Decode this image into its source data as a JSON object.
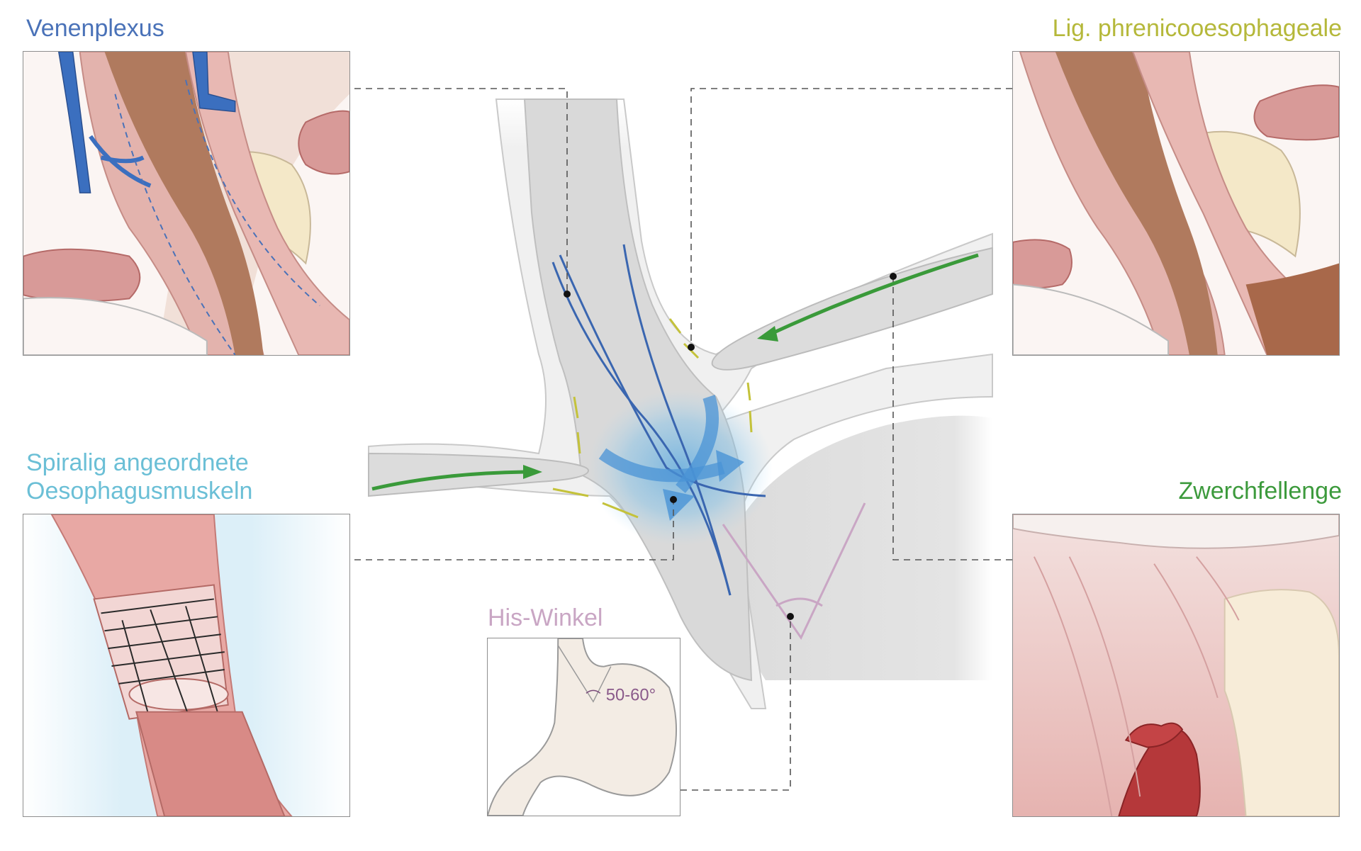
{
  "labels": {
    "venenplexus": "Venenplexus",
    "lig": "Lig. phrenicooesophageale",
    "spiralig_line1": "Spiralig angeordnete",
    "spiralig_line2": "Oesophagusmuskeln",
    "zwerchfellenge": "Zwerchfellenge",
    "his_winkel": "His-Winkel",
    "angle_value": "50-60°"
  },
  "colors": {
    "venenplexus": "#4a72b8",
    "lig": "#b5b83a",
    "spiralig": "#6bbfd6",
    "zwerchfellenge": "#3c9a3c",
    "his_winkel": "#c9a6c4",
    "muscle_pink": "#e8b4b4",
    "tissue_grey": "#e2e2e2",
    "vein_blue": "#3a66b0",
    "arrow_green": "#3a9a3a",
    "arrow_yellow": "#c4c23a"
  },
  "panels": [
    {
      "id": "venenplexus",
      "icon": "esophagus-vein-illustration"
    },
    {
      "id": "lig",
      "icon": "phrenicoesophageal-ligament-illustration"
    },
    {
      "id": "spiralig",
      "icon": "spiral-muscle-illustration"
    },
    {
      "id": "zwerchfellenge",
      "icon": "diaphragm-hiatus-illustration"
    },
    {
      "id": "his_winkel",
      "icon": "stomach-outline-illustration"
    }
  ]
}
